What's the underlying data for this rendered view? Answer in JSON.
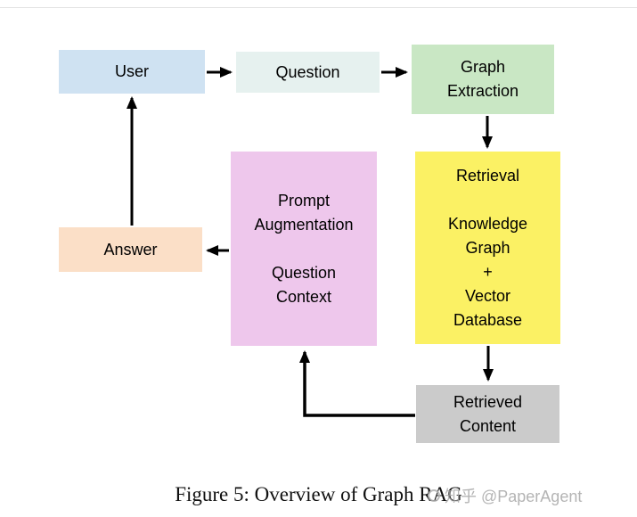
{
  "figure": {
    "caption": "Figure 5: Overview of Graph RAG",
    "watermark": "知乎 @PaperAgent"
  },
  "diagram": {
    "arrow_color": "#000000",
    "nodes": {
      "user": {
        "label": "User",
        "color": "#cfe2f2"
      },
      "question": {
        "label": "Question",
        "color": "#e6f1ef"
      },
      "graph_extraction": {
        "label": "Graph\nExtraction",
        "color": "#c9e7c4"
      },
      "retrieval": {
        "label": "Retrieval\n\nKnowledge\nGraph\n+\nVector\nDatabase",
        "color": "#fbf164"
      },
      "prompt_augmentation": {
        "label": "Prompt\nAugmentation\n\nQuestion\nContext",
        "color": "#eec7ec"
      },
      "answer": {
        "label": "Answer",
        "color": "#fbdfc7"
      },
      "retrieved_content": {
        "label": "Retrieved\nContent",
        "color": "#cbcbcb"
      }
    },
    "edges": [
      {
        "from": "user",
        "to": "question"
      },
      {
        "from": "question",
        "to": "graph_extraction"
      },
      {
        "from": "graph_extraction",
        "to": "retrieval"
      },
      {
        "from": "retrieval",
        "to": "retrieved_content"
      },
      {
        "from": "retrieved_content",
        "to": "prompt_augmentation"
      },
      {
        "from": "prompt_augmentation",
        "to": "answer"
      },
      {
        "from": "answer",
        "to": "user"
      }
    ]
  }
}
